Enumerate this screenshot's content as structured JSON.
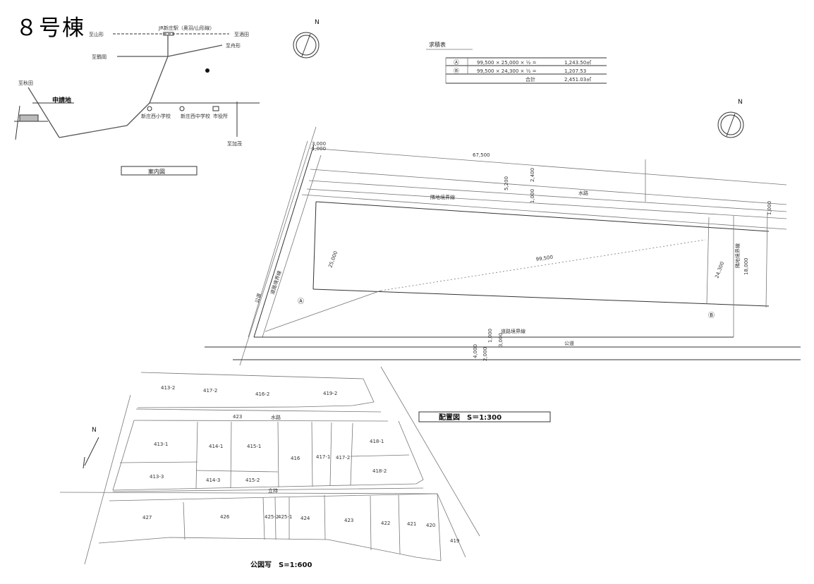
{
  "title": "８号棟",
  "location_map": {
    "caption": "案内図",
    "station": "JR新庄駅（奥羽/山形線）",
    "labels": [
      "至山形",
      "至酒田",
      "至舟形",
      "至鶴岡",
      "至秋田",
      "至加茂"
    ],
    "site_label": "申請地",
    "facilities": [
      "新庄西小学校",
      "新庄西中学校",
      "市役所"
    ]
  },
  "area_table": {
    "title": "求積表",
    "rows": [
      {
        "mark": "Ⓐ",
        "formula": "99,500 × 25,000 × ½ =",
        "value": "1,243.50㎡"
      },
      {
        "mark": "Ⓑ",
        "formula": "99,500 × 24,300 × ½ =",
        "value": "1,207.53"
      }
    ],
    "total_label": "合計",
    "total_value": "2,451.03㎡"
  },
  "site_plan": {
    "caption": "配置図　S＝1:300",
    "dims": {
      "top": "67,500",
      "left_top_a": "3,000",
      "left_top_b": "1,000",
      "right_a": "5,200",
      "right_b": "2,400",
      "right_c": "1,000",
      "right_d": "1,000",
      "height": "18,000",
      "diag": "99,500",
      "left_h": "25,000",
      "right_h": "24,300",
      "bot_a": "4,000",
      "bot_b": "2,000",
      "bot_c": "3,000",
      "bot_d": "1,000"
    },
    "labels": {
      "neighbor_boundary": "隣地境界線",
      "waterway": "水路",
      "road_boundary": "道路境界線",
      "public_road": "公道",
      "left_road": "公道",
      "left_boundary": "道路境界線",
      "right_boundary": "隣地境界線",
      "pt_a": "Ⓐ",
      "pt_b": "Ⓑ"
    }
  },
  "cadastral_map": {
    "caption": "公図写　S=1:600",
    "waterway": "水路",
    "road": "立持",
    "lots_row1": [
      "413-2",
      "417-2",
      "416-2",
      "419-2"
    ],
    "lot_423": "423",
    "lots_row2": [
      "413-1",
      "414-1",
      "415-1",
      "416",
      "417-1",
      "417-2",
      "418-1"
    ],
    "lots_row3": [
      "413-3",
      "414-3",
      "415-2",
      "418-2"
    ],
    "lots_row4": [
      "427",
      "426",
      "425-2",
      "425-1",
      "424",
      "423",
      "422",
      "421",
      "420",
      "419"
    ]
  },
  "north_labels": [
    "N",
    "N",
    "N"
  ]
}
